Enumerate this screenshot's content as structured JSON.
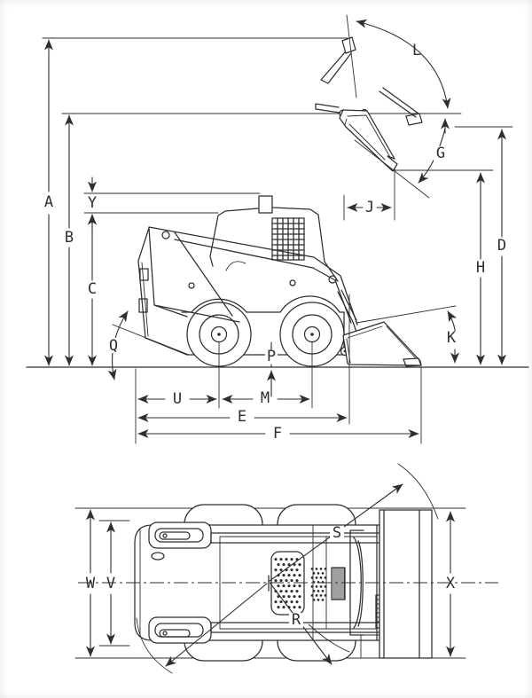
{
  "document": {
    "kind": "skid-steer loader dimensional line drawing",
    "background": "#ffffff",
    "ink": "#2e2e2e",
    "views": {
      "side_view_name": "side elevation with dimension callouts",
      "top_view_name": "plan view with dimension callouts"
    }
  },
  "side_view": {
    "labels": {
      "A": "A",
      "B": "B",
      "C": "C",
      "Y": "Y",
      "Q": "Q",
      "U": "U",
      "M": "M",
      "E": "E",
      "F": "F",
      "P": "P",
      "J": "J",
      "G": "G",
      "L": "L",
      "H": "H",
      "D": "D",
      "K": "K"
    }
  },
  "top_view": {
    "labels": {
      "W": "W",
      "V": "V",
      "X": "X",
      "S": "S",
      "R": "R"
    }
  }
}
